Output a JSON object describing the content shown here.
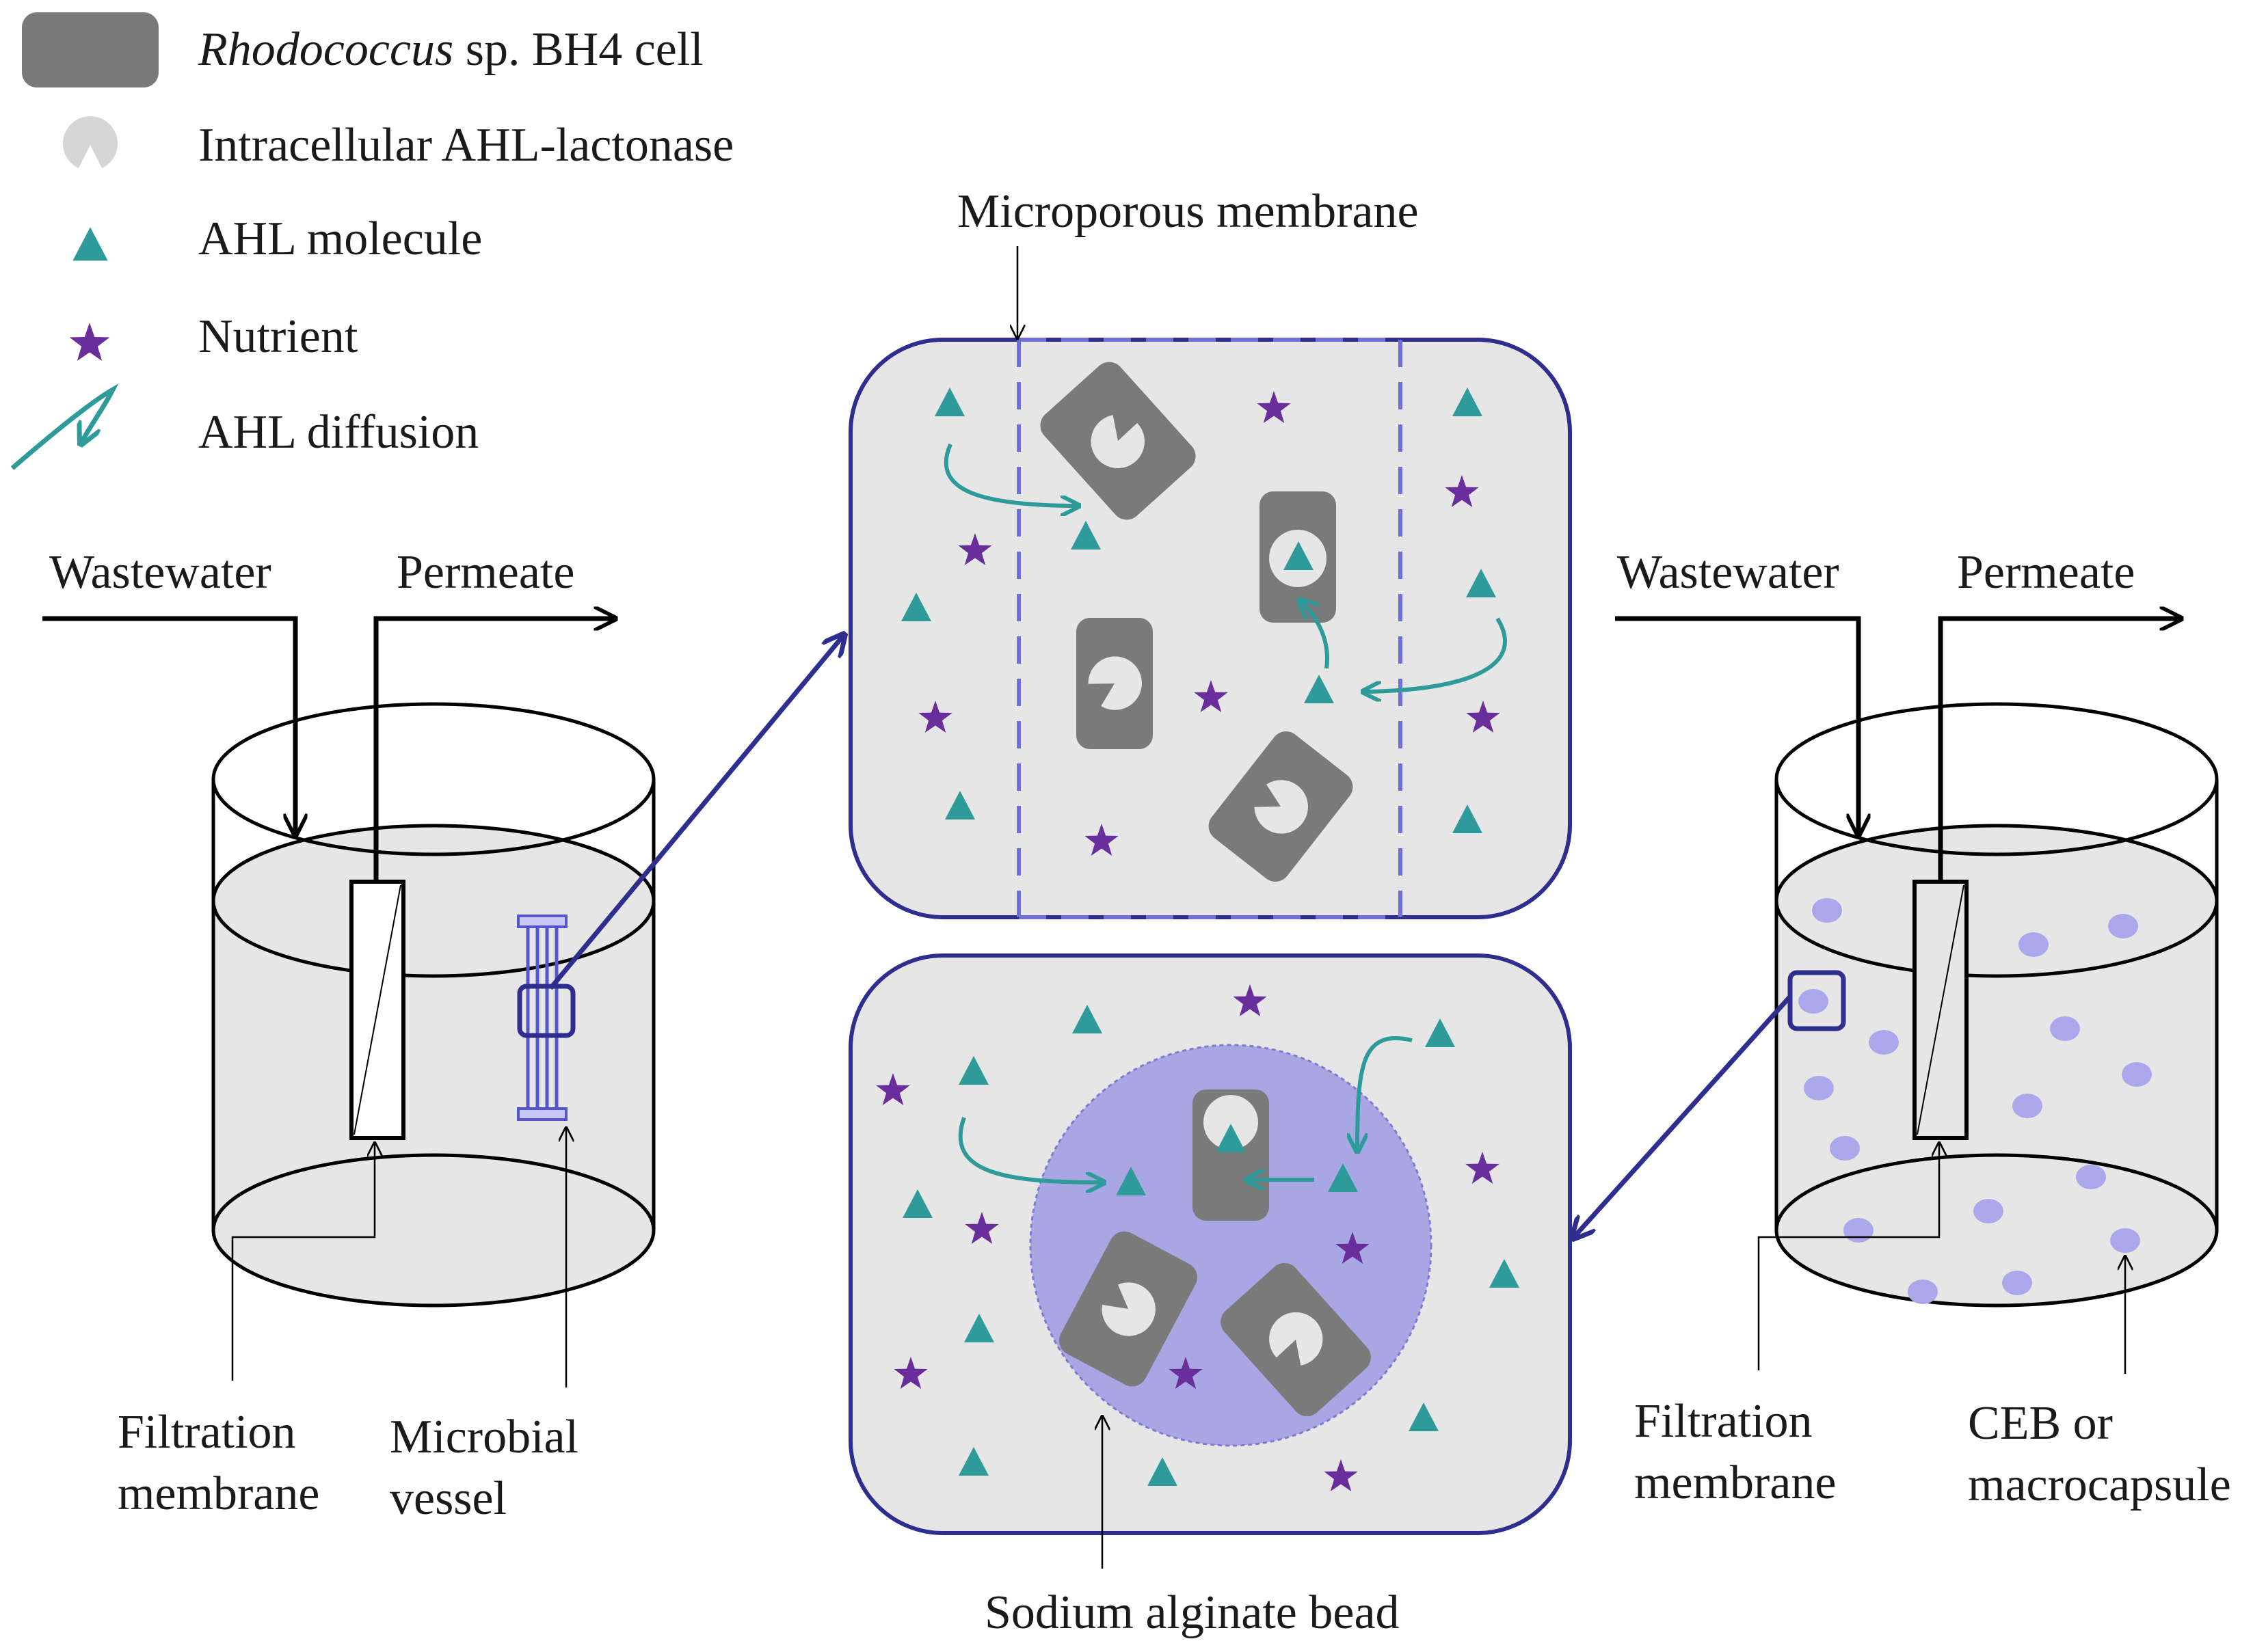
{
  "legend": {
    "cell_italic": "Rhodococcus",
    "cell_rest": " sp. BH4 cell",
    "lactonase": "Intracellular AHL-lactonase",
    "ahl": "AHL molecule",
    "nutrient": "Nutrient",
    "diffusion": "AHL diffusion"
  },
  "left_reactor": {
    "wastewater": "Wastewater",
    "permeate": "Permeate",
    "filtration_line1": "Filtration",
    "filtration_line2": "membrane",
    "vessel_line1": "Microbial",
    "vessel_line2": "vessel"
  },
  "right_reactor": {
    "wastewater": "Wastewater",
    "permeate": "Permeate",
    "filtration_line1": "Filtration",
    "filtration_line2": "membrane",
    "ceb_line1": "CEB or",
    "ceb_line2": "macrocapsule"
  },
  "top_panel": {
    "label": "Microporous membrane"
  },
  "bottom_panel": {
    "label": "Sodium alginate bead"
  },
  "colors": {
    "teal": "#2f9a9a",
    "purple": "#6a2d9c",
    "navy": "#2e2e8f",
    "cell": "#7a7a7a",
    "panel_fill": "#e6e6e6",
    "bead_fill": "#a9a7e3",
    "capsule": "#aaa8ea",
    "vessel": "#5555cc"
  }
}
